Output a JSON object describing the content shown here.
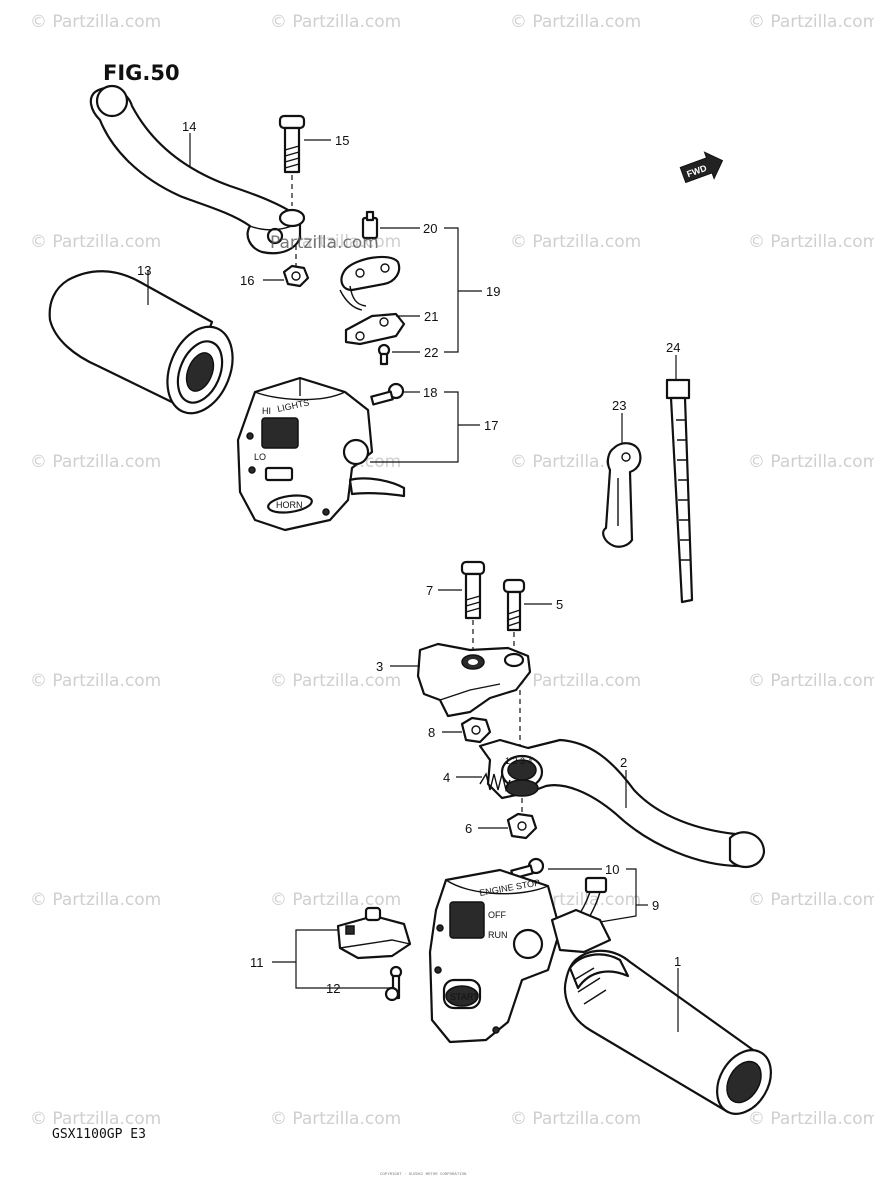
{
  "figure": {
    "title": "FIG.50",
    "model": "GSX1100GP  E3",
    "center_watermark": "Partzilla.com"
  },
  "watermark": {
    "text": "© Partzilla.com"
  },
  "fwd_label": "FWD",
  "switch_left": {
    "top_text": "LIGHTS",
    "hi": "HI",
    "lo": "LO",
    "horn": "HORN"
  },
  "switch_right": {
    "top_text": "ENGINE STOP",
    "off": "OFF",
    "run": "RUN",
    "start": "START"
  },
  "footer_text": "COPYRIGHT · SUZUKI MOTOR CORPORATION",
  "callouts": [
    {
      "id": "1",
      "text": "1"
    },
    {
      "id": "2",
      "text": "2"
    },
    {
      "id": "3",
      "text": "3"
    },
    {
      "id": "4",
      "text": "4"
    },
    {
      "id": "5",
      "text": "5"
    },
    {
      "id": "6",
      "text": "6"
    },
    {
      "id": "7",
      "text": "7"
    },
    {
      "id": "8",
      "text": "8"
    },
    {
      "id": "9",
      "text": "9"
    },
    {
      "id": "10",
      "text": "10"
    },
    {
      "id": "11",
      "text": "11"
    },
    {
      "id": "12",
      "text": "12"
    },
    {
      "id": "13",
      "text": "13"
    },
    {
      "id": "14",
      "text": "14"
    },
    {
      "id": "15",
      "text": "15"
    },
    {
      "id": "16",
      "text": "16"
    },
    {
      "id": "17",
      "text": "17"
    },
    {
      "id": "18",
      "text": "18"
    },
    {
      "id": "19",
      "text": "19"
    },
    {
      "id": "20",
      "text": "20"
    },
    {
      "id": "21",
      "text": "21"
    },
    {
      "id": "22",
      "text": "22"
    },
    {
      "id": "23",
      "text": "23"
    },
    {
      "id": "24",
      "text": "24"
    }
  ]
}
